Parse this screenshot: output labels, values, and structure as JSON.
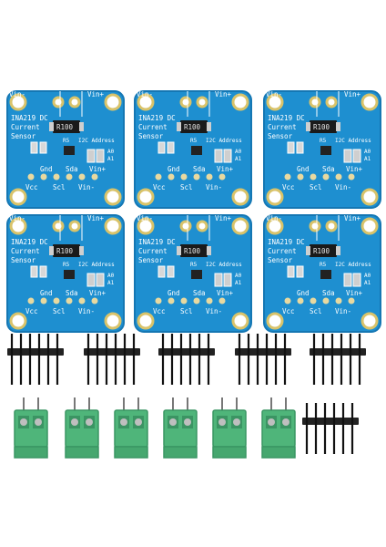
{
  "board": {
    "chip_line1": "INA219 DC",
    "chip_line2": "Current",
    "chip_line3": "Sensor",
    "shunt": "R100",
    "r5": "R5",
    "i2c": "I2C Address",
    "vin_minus": "Vin-",
    "vin_plus": "Vin+",
    "gnd": "Gnd",
    "sda": "Sda",
    "vcc": "Vcc",
    "scl": "Scl",
    "a0": "A0",
    "a1": "A1",
    "pin_vin_plus": "Vin+",
    "pin_vin_minus": "Vin-"
  },
  "colors": {
    "pcb": "#1e8fd0",
    "pcb_edge": "#1577b3",
    "terminal": "#4fb57a",
    "header": "#222222"
  },
  "counts": {
    "boards": 6,
    "pin_headers": 6,
    "terminals": 6
  }
}
